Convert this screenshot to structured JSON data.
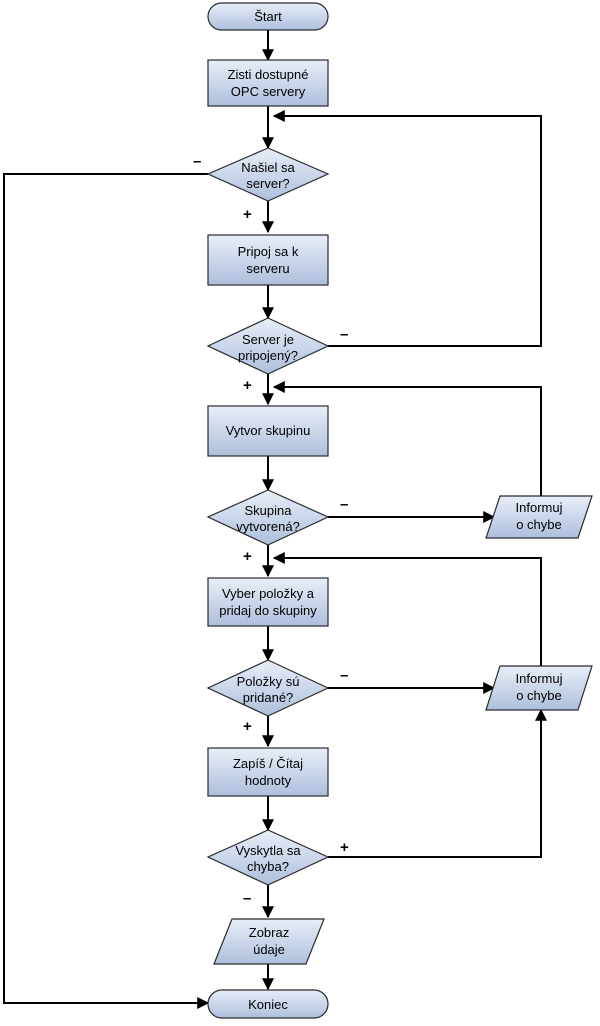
{
  "nodes": {
    "start": "Štart",
    "find_servers": [
      "Zisti dostupné",
      "OPC servery"
    ],
    "server_found": [
      "Našiel sa",
      "server?"
    ],
    "connect": [
      "Pripoj sa k",
      "serveru"
    ],
    "server_connected": [
      "Server je",
      "pripojený?"
    ],
    "create_group": "Vytvor skupinu",
    "group_created": [
      "Skupina",
      "vytvorená?"
    ],
    "inform_error_1": [
      "Informuj",
      "o chybe"
    ],
    "select_items": [
      "Vyber položky a",
      "pridaj do skupiny"
    ],
    "items_added": [
      "Položky sú",
      "pridané?"
    ],
    "inform_error_2": [
      "Informuj",
      "o chybe"
    ],
    "read_write": [
      "Zapíš / Čítaj",
      "hodnoty"
    ],
    "error_occurred": [
      "Vyskytla sa",
      "chyba?"
    ],
    "show_data": [
      "Zobraz",
      "údaje"
    ],
    "end": "Koniec"
  },
  "labels": {
    "yes": "+",
    "no": "–"
  },
  "colors": {
    "shape_fill_top": "#e8eef8",
    "shape_fill_bottom": "#aebfdc",
    "stroke": "#2a2a2a",
    "line": "#000000"
  }
}
